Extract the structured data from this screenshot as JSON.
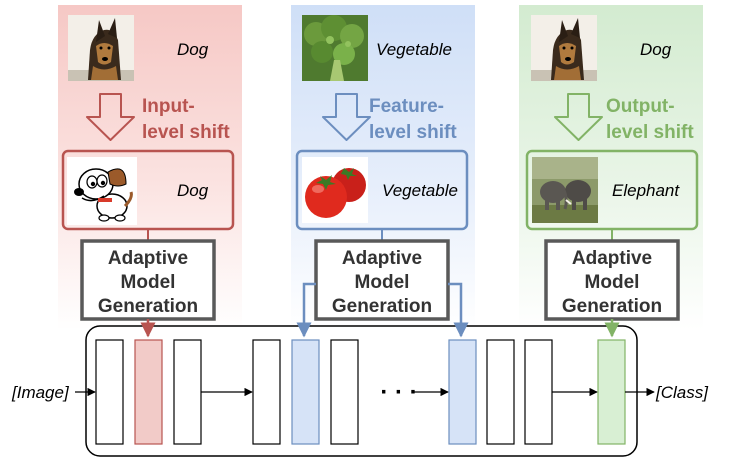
{
  "columns": [
    {
      "top_label": "Dog",
      "shift_line1": "Input-",
      "shift_line2": "level shift",
      "bottom_label": "Dog",
      "generator_line1": "Adaptive",
      "generator_line2": "Model",
      "generator_line3": "Generation",
      "color": "#b85450",
      "fill": "#f8cecc",
      "top_image": "german-shepherd-photo",
      "bottom_image": "cartoon-dog"
    },
    {
      "top_label": "Vegetable",
      "shift_line1": "Feature-",
      "shift_line2": "level shift",
      "bottom_label": "Vegetable",
      "generator_line1": "Adaptive",
      "generator_line2": "Model",
      "generator_line3": "Generation",
      "color": "#6c8ebf",
      "fill": "#dae8fc",
      "top_image": "broccoli-photo",
      "bottom_image": "tomato-photo"
    },
    {
      "top_label": "Dog",
      "shift_line1": "Output-",
      "shift_line2": "level shift",
      "bottom_label": "Elephant",
      "generator_line1": "Adaptive",
      "generator_line2": "Model",
      "generator_line3": "Generation",
      "color": "#82b366",
      "fill": "#d5e8d4",
      "top_image": "german-shepherd-photo",
      "bottom_image": "elephants-photo"
    }
  ],
  "network": {
    "input_label": "[Image]",
    "output_label": "[Class]",
    "ellipsis": "· · ·"
  }
}
